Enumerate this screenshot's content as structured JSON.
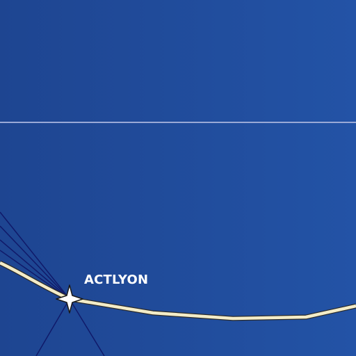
{
  "map": {
    "waypoint": {
      "label": "ACTLYON"
    },
    "colors": {
      "background_left": "#1e4591",
      "background_right": "#2353a6",
      "route": "#f3ecc8",
      "route_outline": "#2a2a2a",
      "horizon_line": "#9aa9d6",
      "flight_lines": "#101a6a",
      "waypoint_marker": "#ffffff",
      "label": "#ffffff"
    },
    "layers": [
      "horizon-line",
      "flight-lines",
      "route-line",
      "waypoint-marker",
      "waypoint-label"
    ]
  }
}
